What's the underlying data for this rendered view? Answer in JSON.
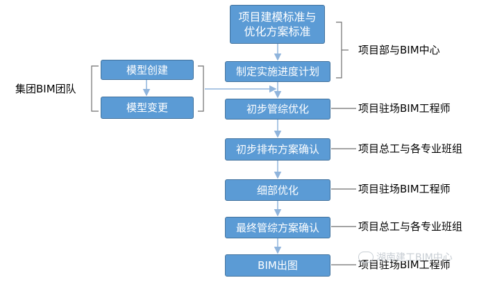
{
  "flow": {
    "step1": "项目建模标准与优化方案标准",
    "step2": "制定实施进度计划",
    "step3": "初步管综优化",
    "step4": "初步排布方案确认",
    "step5": "细部优化",
    "step6": "最终管综方案确认",
    "step7": "BIM出图",
    "side1": "模型创建",
    "side2": "模型变更"
  },
  "roles": {
    "group_team": "集团BIM团队",
    "dept_center": "项目部与BIM中心",
    "resident_engineer_1": "项目驻场BIM工程师",
    "chief_and_teams_1": "项目总工与各专业班组",
    "resident_engineer_2": "项目驻场BIM工程师",
    "chief_and_teams_2": "项目总工与各专业班组",
    "resident_engineer_3": "项目驻场BIM工程师"
  },
  "watermark": "湖南建工BIM中心",
  "colors": {
    "box_fill": "#5b9bd5",
    "box_border": "#41719c",
    "connector": "#8fb4dc"
  }
}
